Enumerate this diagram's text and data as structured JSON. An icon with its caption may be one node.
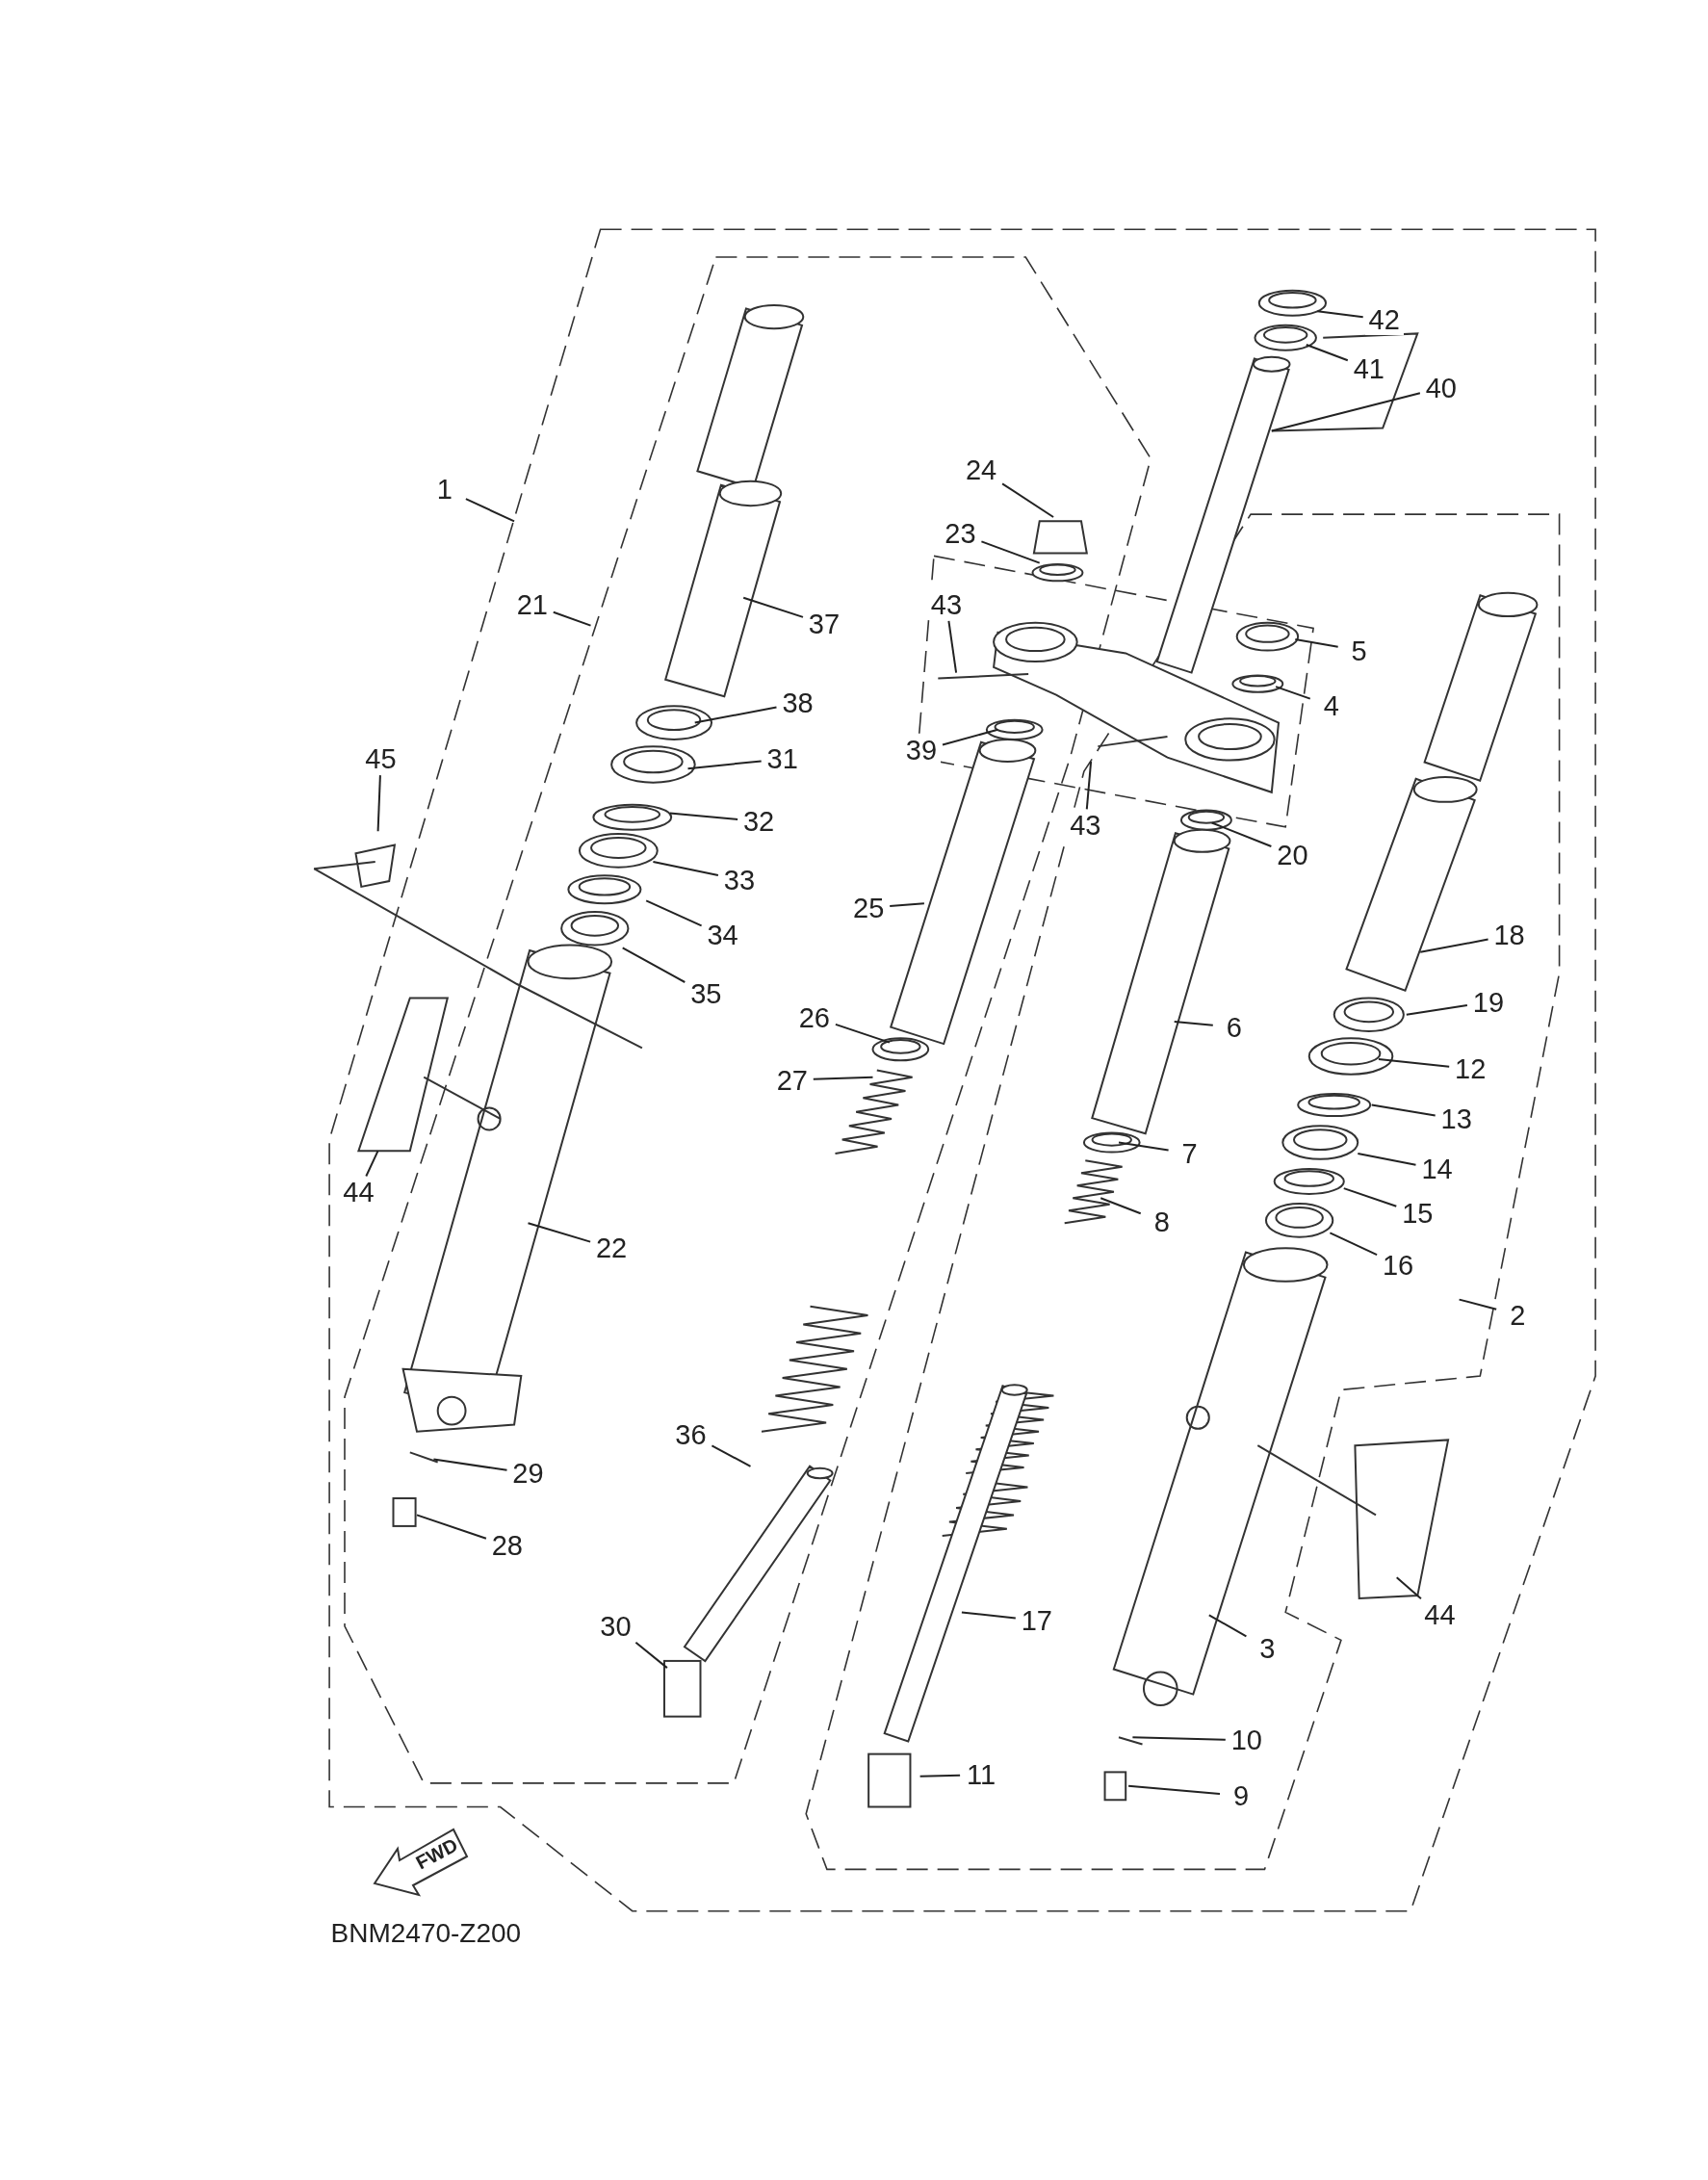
{
  "diagram": {
    "nodes": [
      {
        "text": [
          "1"
        ]
      },
      {
        "text": [
          "21"
        ]
      },
      {
        "text": [
          "37"
        ]
      },
      {
        "text": [
          "38"
        ]
      },
      {
        "text": [
          "31"
        ]
      },
      {
        "text": [
          "32"
        ]
      },
      {
        "text": [
          "33"
        ]
      },
      {
        "text": [
          "34"
        ]
      },
      {
        "text": [
          "35"
        ]
      },
      {
        "text": [
          "45"
        ]
      },
      {
        "text": [
          "44"
        ]
      },
      {
        "text": [
          "22"
        ]
      },
      {
        "text": [
          "29"
        ]
      },
      {
        "text": [
          "28"
        ]
      },
      {
        "text": [
          "36"
        ]
      },
      {
        "text": [
          "30"
        ]
      },
      {
        "text": [
          "24"
        ]
      },
      {
        "text": [
          "23"
        ]
      },
      {
        "text": [
          "43"
        ]
      },
      {
        "text": [
          "39"
        ]
      },
      {
        "text": [
          "43"
        ]
      },
      {
        "text": [
          "42"
        ]
      },
      {
        "text": [
          "41"
        ]
      },
      {
        "text": [
          "40"
        ]
      },
      {
        "text": [
          "5"
        ]
      },
      {
        "text": [
          "4"
        ]
      },
      {
        "text": [
          "20"
        ]
      },
      {
        "text": [
          "25"
        ]
      },
      {
        "text": [
          "26"
        ]
      },
      {
        "text": [
          "27"
        ]
      },
      {
        "text": [
          "6"
        ]
      },
      {
        "text": [
          "7"
        ]
      },
      {
        "text": [
          "8"
        ]
      },
      {
        "text": [
          "18"
        ]
      },
      {
        "text": [
          "19"
        ]
      },
      {
        "text": [
          "12"
        ]
      },
      {
        "text": [
          "13"
        ]
      },
      {
        "text": [
          "14"
        ]
      },
      {
        "text": [
          "15"
        ]
      },
      {
        "text": [
          "16"
        ]
      },
      {
        "text": [
          "2"
        ]
      },
      {
        "text": [
          "44"
        ]
      },
      {
        "text": [
          "3"
        ]
      },
      {
        "text": [
          "17"
        ]
      },
      {
        "text": [
          "10"
        ]
      },
      {
        "text": [
          "9"
        ]
      },
      {
        "text": [
          "11"
        ]
      },
      {
        "text": [
          "FWD"
        ]
      }
    ],
    "edges": [
      {
        "from": 0,
        "to": null,
        "arrow": "none"
      },
      {
        "from": 1,
        "to": null,
        "arrow": "none"
      },
      {
        "from": 2,
        "to": null,
        "arrow": "none"
      },
      {
        "from": 3,
        "to": null,
        "arrow": "none"
      },
      {
        "from": 4,
        "to": null,
        "arrow": "none"
      },
      {
        "from": 5,
        "to": null,
        "arrow": "none"
      },
      {
        "from": 6,
        "to": null,
        "arrow": "none"
      },
      {
        "from": 7,
        "to": null,
        "arrow": "none"
      },
      {
        "from": 8,
        "to": null,
        "arrow": "none"
      },
      {
        "from": 9,
        "to": null,
        "arrow": "none"
      },
      {
        "from": 10,
        "to": null,
        "arrow": "none"
      },
      {
        "from": 11,
        "to": null,
        "arrow": "none"
      },
      {
        "from": 12,
        "to": null,
        "arrow": "none"
      },
      {
        "from": 13,
        "to": null,
        "arrow": "none"
      },
      {
        "from": 14,
        "to": null,
        "arrow": "none"
      },
      {
        "from": 15,
        "to": null,
        "arrow": "none"
      },
      {
        "from": 16,
        "to": null,
        "arrow": "none"
      },
      {
        "from": 17,
        "to": null,
        "arrow": "none"
      },
      {
        "from": 18,
        "to": null,
        "arrow": "none"
      },
      {
        "from": 19,
        "to": null,
        "arrow": "none"
      },
      {
        "from": 20,
        "to": null,
        "arrow": "none"
      },
      {
        "from": 21,
        "to": null,
        "arrow": "none"
      },
      {
        "from": 22,
        "to": null,
        "arrow": "none"
      },
      {
        "from": 23,
        "to": null,
        "arrow": "none"
      },
      {
        "from": 24,
        "to": null,
        "arrow": "none"
      },
      {
        "from": 25,
        "to": null,
        "arrow": "none"
      },
      {
        "from": 26,
        "to": null,
        "arrow": "none"
      },
      {
        "from": 27,
        "to": null,
        "arrow": "none"
      },
      {
        "from": 28,
        "to": null,
        "arrow": "none"
      },
      {
        "from": 29,
        "to": null,
        "arrow": "none"
      },
      {
        "from": 30,
        "to": null,
        "arrow": "none"
      },
      {
        "from": 31,
        "to": null,
        "arrow": "none"
      },
      {
        "from": 32,
        "to": null,
        "arrow": "none"
      },
      {
        "from": 33,
        "to": null,
        "arrow": "none"
      },
      {
        "from": 34,
        "to": null,
        "arrow": "none"
      },
      {
        "from": 35,
        "to": null,
        "arrow": "none"
      },
      {
        "from": 36,
        "to": null,
        "arrow": "none"
      },
      {
        "from": 37,
        "to": null,
        "arrow": "none"
      },
      {
        "from": 38,
        "to": null,
        "arrow": "none"
      },
      {
        "from": 39,
        "to": null,
        "arrow": "none"
      },
      {
        "from": 40,
        "to": null,
        "arrow": "none"
      },
      {
        "from": 41,
        "to": null,
        "arrow": "none"
      },
      {
        "from": 42,
        "to": null,
        "arrow": "none"
      },
      {
        "from": 43,
        "to": null,
        "arrow": "none"
      },
      {
        "from": 44,
        "to": null,
        "arrow": "none"
      },
      {
        "from": 45,
        "to": null,
        "arrow": "none"
      },
      {
        "from": 46,
        "to": null,
        "arrow": "none"
      }
    ],
    "labels": [
      "BNM2470-Z200"
    ]
  }
}
